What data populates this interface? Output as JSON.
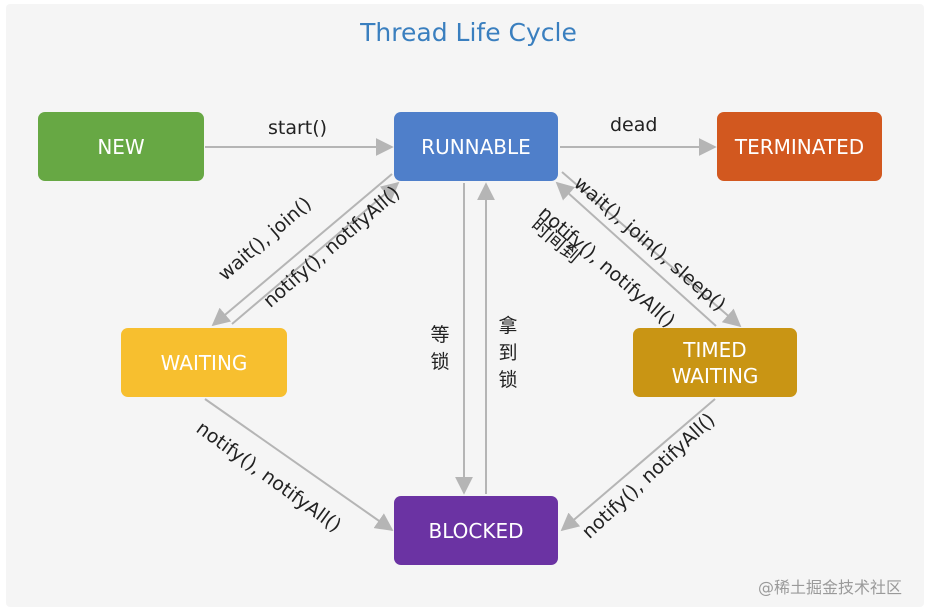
{
  "title": "Thread Life Cycle",
  "states": {
    "new": "NEW",
    "runnable": "RUNNABLE",
    "terminated": "TERMINATED",
    "waiting": "WAITING",
    "timed_waiting_line1": "TIMED",
    "timed_waiting_line2": "WAITING",
    "blocked": "BLOCKED"
  },
  "transitions": {
    "new_to_runnable": "start()",
    "runnable_to_terminated": "dead",
    "runnable_to_waiting": "wait(), join()",
    "waiting_to_runnable": "notify(), notifyAll()",
    "runnable_to_timed": "wait(), join(), sleep()",
    "timed_to_runnable_line1": "notify(), notifyAll()",
    "timed_to_runnable_line2": "时间到",
    "runnable_to_blocked": "等锁",
    "blocked_to_runnable": "拿到锁",
    "waiting_to_blocked": "notify(), notifyAll()",
    "timed_to_blocked": "notify(), notifyAll()"
  },
  "colors": {
    "new": "#67a844",
    "runnable": "#4f7fca",
    "terminated": "#d2581f",
    "waiting": "#f7bf2f",
    "timed_waiting": "#c99514",
    "blocked": "#6b33a3",
    "title": "#3a7fbf",
    "arrow": "#b5b5b5"
  },
  "watermark": "@稀土掘金技术社区"
}
